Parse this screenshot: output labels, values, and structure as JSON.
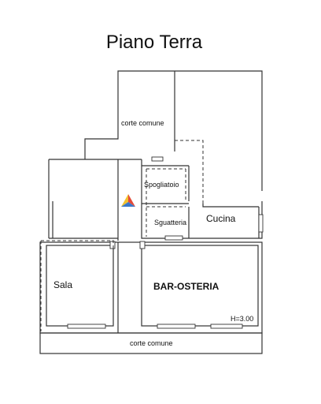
{
  "title": "Piano Terra",
  "rooms": {
    "corte_top": "corte comune",
    "spogliatoio": "Spogliatoio",
    "sguatteria": "Sguatteria",
    "cucina": "Cucina",
    "sala": "Sala",
    "bar": "BAR-OSTERIA",
    "height": "H=3.00",
    "corte_bottom": "corte comune"
  },
  "colors": {
    "wall": "#333333",
    "logo_red": "#e34b3a",
    "logo_yellow": "#f3c22e",
    "logo_blue": "#3b78c9"
  }
}
